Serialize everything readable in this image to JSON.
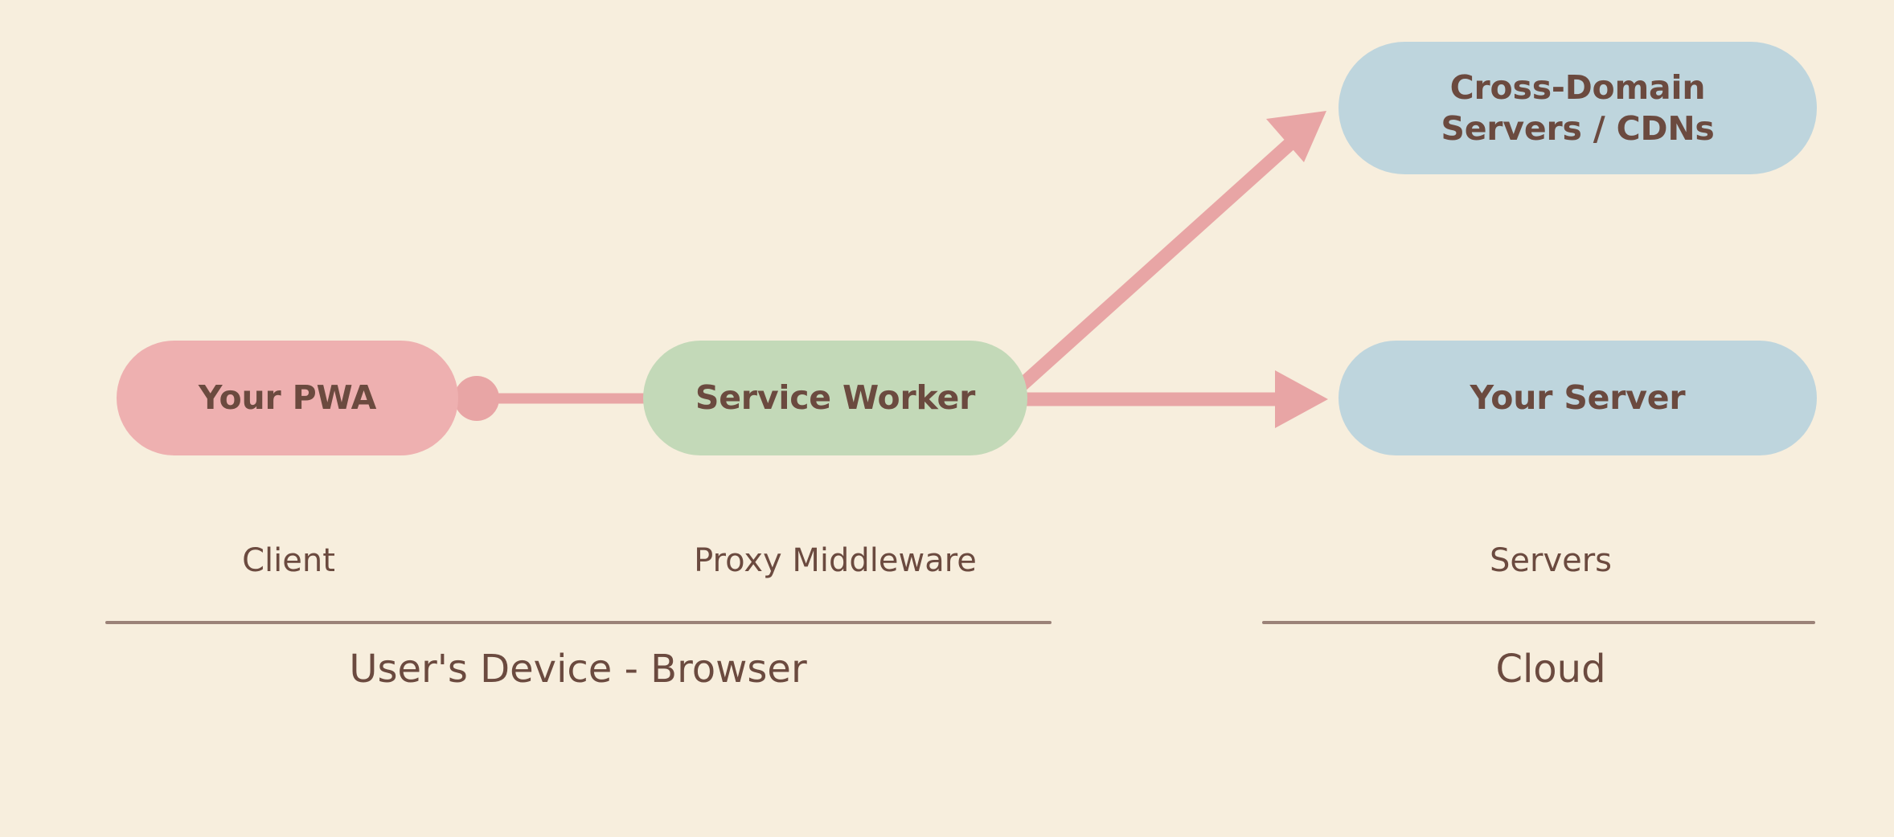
{
  "canvas": {
    "background": "#f7eedd",
    "text_color": "#6b4a3f",
    "connector_color": "#e8a5a5",
    "divider_color": "#9b8278"
  },
  "nodes": {
    "pwa": {
      "label": "Your PWA",
      "color": "#eeb0b0"
    },
    "service_worker": {
      "label": "Service Worker",
      "color": "#c3d9b8"
    },
    "cross_domain": {
      "line1": "Cross-Domain",
      "line2": "Servers / CDNs",
      "color": "#bed5dd"
    },
    "your_server": {
      "label": "Your Server",
      "color": "#bed5dd"
    }
  },
  "tier_labels": {
    "client": "Client",
    "proxy": "Proxy Middleware",
    "servers": "Servers"
  },
  "group_labels": {
    "browser": "User's Device - Browser",
    "cloud": "Cloud"
  },
  "edges": [
    {
      "name": "pwa-to-service-worker",
      "from": "Your PWA",
      "to": "Service Worker",
      "style": "line-with-dot"
    },
    {
      "name": "service-worker-to-cross-domain",
      "from": "Service Worker",
      "to": "Cross-Domain Servers / CDNs",
      "style": "arrow"
    },
    {
      "name": "service-worker-to-your-server",
      "from": "Service Worker",
      "to": "Your Server",
      "style": "arrow"
    }
  ]
}
